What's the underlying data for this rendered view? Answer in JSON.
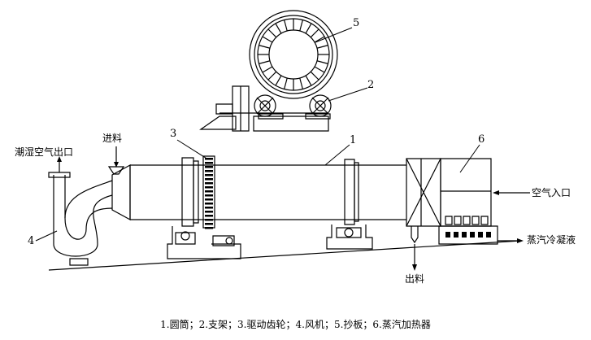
{
  "labels": {
    "outlet": "潮湿空气出口",
    "feed": "进料",
    "air_inlet": "空气入口",
    "steam": "蒸汽冷凝液",
    "discharge": "出料"
  },
  "callouts": {
    "n1": "1",
    "n2": "2",
    "n3": "3",
    "n4": "4",
    "n5": "5",
    "n6": "6"
  },
  "caption": "1.圆筒；2.支架；3.驱动齿轮；4.风机；5.抄板；6.蒸汽加热器"
}
